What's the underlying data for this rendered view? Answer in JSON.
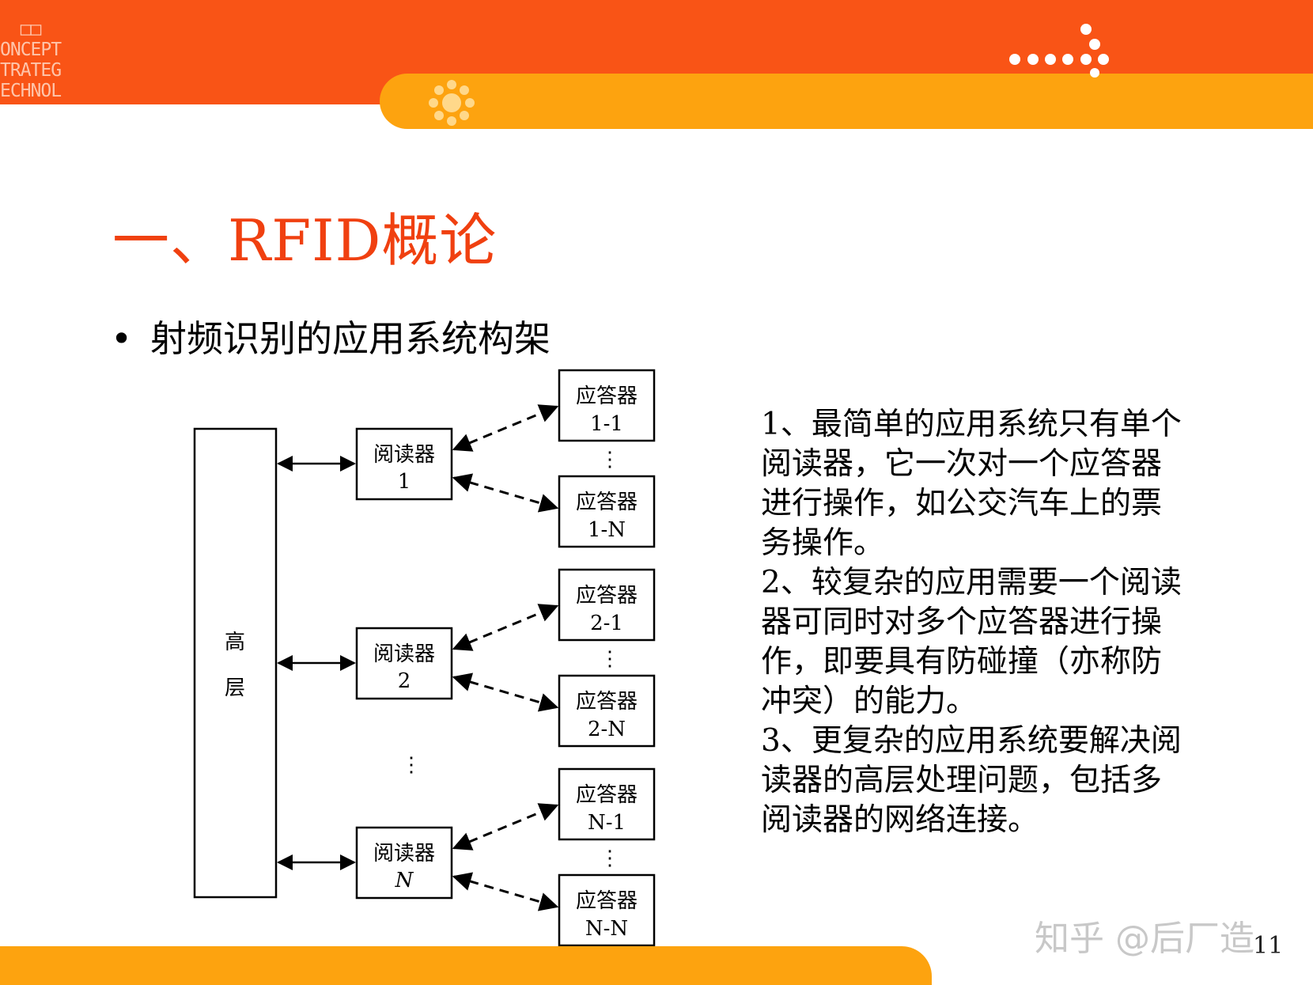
{
  "logo": {
    "lines": [
      "  □□",
      "ONCEPT",
      "TRATEG",
      "ECHNOL"
    ]
  },
  "title": "一、RFID概论",
  "bullet": {
    "marker": "•",
    "text": "射频识别的应用系统构架"
  },
  "diagram": {
    "host_label_1": "高",
    "host_label_2": "层",
    "readers": [
      {
        "name": "阅读器",
        "index": "1"
      },
      {
        "name": "阅读器",
        "index": "2"
      },
      {
        "name": "阅读器",
        "index": "N"
      }
    ],
    "transponders": [
      {
        "name": "应答器",
        "index": "1-1"
      },
      {
        "name": "应答器",
        "index": "1-N"
      },
      {
        "name": "应答器",
        "index": "2-1"
      },
      {
        "name": "应答器",
        "index": "2-N"
      },
      {
        "name": "应答器",
        "index": "N-1"
      },
      {
        "name": "应答器",
        "index": "N-N"
      }
    ],
    "ellipsis": "⋮"
  },
  "notes": [
    "1、最简单的应用系统只有单个阅读器，它一次对一个应答器进行操作，如公交汽车上的票务操作。",
    "2、较复杂的应用需要一个阅读器可同时对多个应答器进行操作，即要具有防碰撞（亦称防冲突）的能力。",
    "3、更复杂的应用系统要解决阅读器的高层处理问题，包括多阅读器的网络连接。"
  ],
  "watermark": "知乎 @后厂造",
  "page_number": "11",
  "colors": {
    "header": "#f95416",
    "accent": "#fda30f",
    "title": "#f04010"
  }
}
